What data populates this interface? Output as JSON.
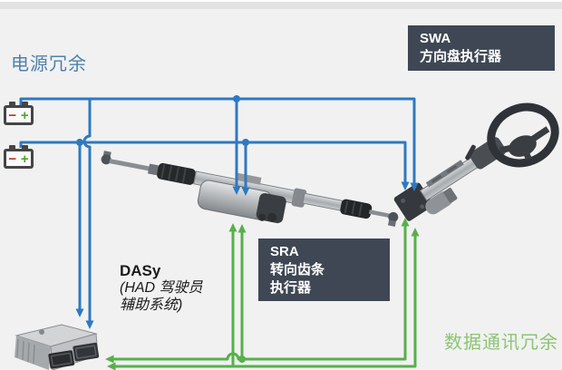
{
  "diagram": {
    "power_label": "电源冗余",
    "data_label": "数据通讯冗余",
    "swa_box": {
      "title": "SWA",
      "subtitle": "方向盘执行器"
    },
    "sra_box": {
      "title": "SRA",
      "line2": "转向齿条",
      "line3": "执行器"
    },
    "dasy": {
      "title": "DASy",
      "line2": "(HAD 驾驶员",
      "line3": "辅助系统)"
    },
    "battery": {
      "minus": "−",
      "plus": "+"
    },
    "icons": {
      "battery": "battery-icon",
      "ecu": "ecu-module-icon",
      "steering_rack": "steering-rack-actuator-image",
      "steering_column": "steering-column-image",
      "steering_wheel": "steering-wheel-icon",
      "arrow": "arrowhead-icon",
      "junction": "junction-dot"
    }
  },
  "colors": {
    "background": "#f1f1f2",
    "top_strip": "#e2e2e3",
    "power_line_blue": "#2e79c0",
    "data_line_green": "#57b04a",
    "power_label_teal": "#4d82aa",
    "data_label_green": "#8cc573",
    "actuator_box_bg": "#3e4753",
    "actuator_box_text": "#ffffff",
    "battery_minus_red": "#c43026",
    "battery_plus_green": "#53a32e"
  }
}
